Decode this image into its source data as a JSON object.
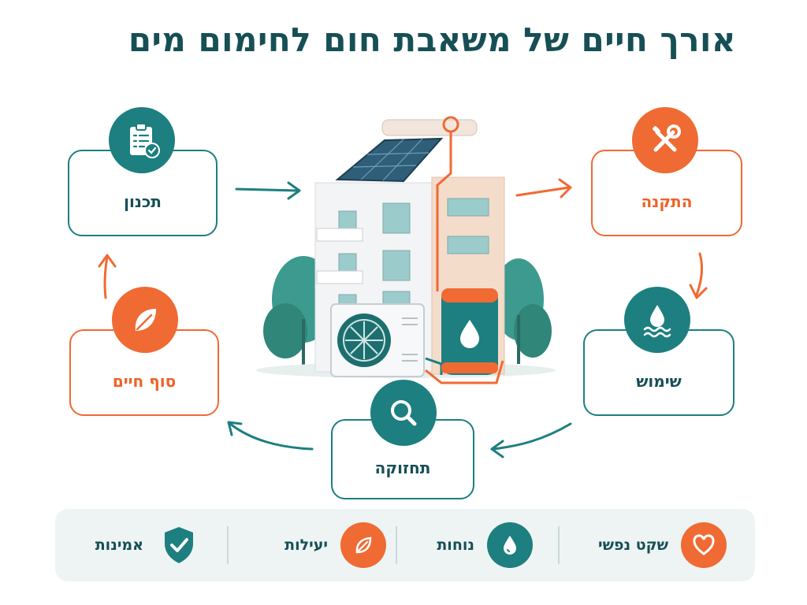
{
  "title": "אורך חיים של משאבת חום לחימום מים",
  "stages": {
    "planning": "תכנון",
    "installation": "התקנה",
    "usage": "שימוש",
    "maintenance": "תחזוקה",
    "end_of_life": "סוף חיים"
  },
  "icons": {
    "planning": "clipboard-check-icon",
    "installation": "wrench-screwdriver-icon",
    "usage": "water-drop-waves-icon",
    "maintenance": "magnifier-icon",
    "end_of_life": "leaf-icon"
  },
  "footer": {
    "items": [
      {
        "label": "שקט נפשי",
        "icon": "heart-icon",
        "color": "#f06a33"
      },
      {
        "label": "נוחות",
        "icon": "water-drop-icon",
        "color": "#1d7f7f"
      },
      {
        "label": "יעילות",
        "icon": "leaf-icon",
        "color": "#f06a33"
      },
      {
        "label": "אמינות",
        "icon": "shield-check-icon",
        "color": "#1d7f7f"
      }
    ]
  },
  "colors": {
    "teal": "#1d7f7f",
    "orange": "#f06a33",
    "title": "#164f55"
  }
}
